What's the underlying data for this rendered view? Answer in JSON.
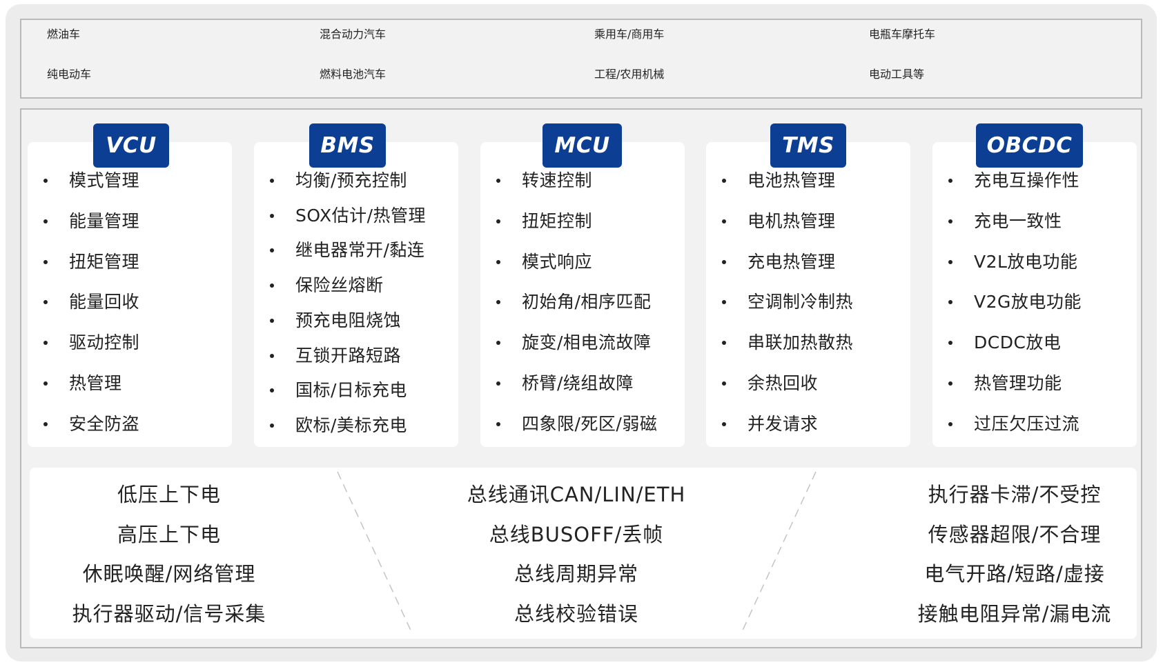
{
  "vehicles": {
    "row1": [
      "燃油车",
      "混合动力汽车",
      "乘用车/商用车",
      "电瓶车摩托车"
    ],
    "row2": [
      "纯电动车",
      "燃料电池汽车",
      "工程/农用机械",
      "电动工具等"
    ]
  },
  "modules": [
    {
      "title": "VCU",
      "items": [
        "模式管理",
        "能量管理",
        "扭矩管理",
        "能量回收",
        "驱动控制",
        "热管理",
        "安全防盗"
      ]
    },
    {
      "title": "BMS",
      "items": [
        "均衡/预充控制",
        "SOX估计/热管理",
        "继电器常开/黏连",
        "保险丝熔断",
        "预充电阻烧蚀",
        "互锁开路短路",
        "国标/日标充电",
        "欧标/美标充电"
      ]
    },
    {
      "title": "MCU",
      "items": [
        "转速控制",
        "扭矩控制",
        "模式响应",
        "初始角/相序匹配",
        "旋变/相电流故障",
        "桥臂/绕组故障",
        "四象限/死区/弱磁"
      ]
    },
    {
      "title": "TMS",
      "items": [
        "电池热管理",
        "电机热管理",
        "充电热管理",
        "空调制冷制热",
        "串联加热散热",
        "余热回收",
        "并发请求"
      ]
    },
    {
      "title": "OBCDC",
      "items": [
        "充电互操作性",
        "充电一致性",
        "V2L放电功能",
        "V2G放电功能",
        "DCDC放电",
        "热管理功能",
        "过压欠压过流"
      ]
    }
  ],
  "bottom": {
    "left": [
      "低压上下电",
      "高压上下电",
      "休眠唤醒/网络管理",
      "执行器驱动/信号采集"
    ],
    "middle": [
      "总线通讯CAN/LIN/ETH",
      "总线BUSOFF/丢帧",
      "总线周期异常",
      "总线校验错误"
    ],
    "right": [
      "执行器卡滞/不受控",
      "传感器超限/不合理",
      "电气开路/短路/虚接",
      "接触电阻异常/漏电流"
    ]
  },
  "colors": {
    "badge": "#0c3e94",
    "panel": "#f2f2f3",
    "border": "#b9b9bb",
    "card": "#ffffff",
    "text": "#222222"
  }
}
